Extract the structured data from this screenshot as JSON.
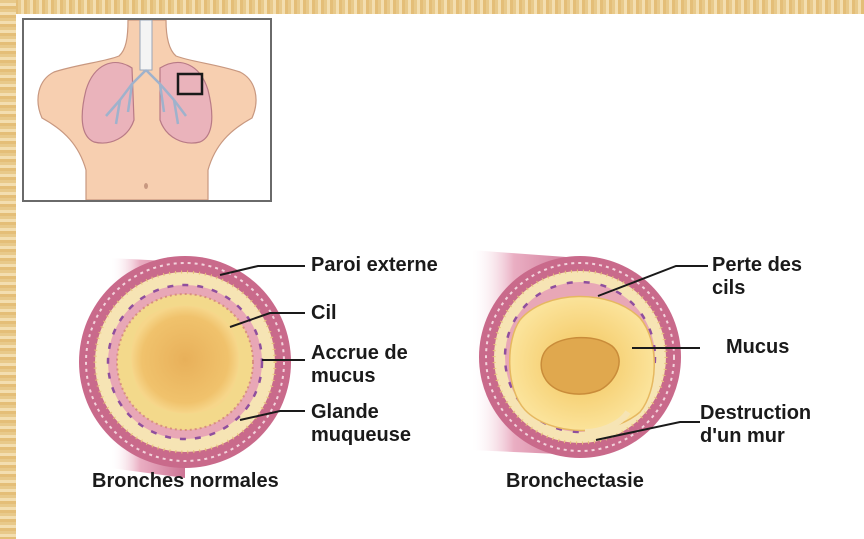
{
  "labels": {
    "outer_wall": "Paroi externe",
    "cilium": "Cil",
    "mucus_increase_line1": "Accrue de",
    "mucus_increase_line2": "mucus",
    "gland_line1": "Glande",
    "gland_line2": "muqueuse",
    "cilia_loss_line1": "Perte des",
    "cilia_loss_line2": "cils",
    "mucus": "Mucus",
    "wall_destruction_line1": "Destruction",
    "wall_destruction_line2": "d'un mur"
  },
  "captions": {
    "normal": "Bronches normales",
    "bronchiectasis": "Bronchectasie"
  },
  "colors": {
    "frame": "#e8c98a",
    "skin": "#f7cfb0",
    "lung": "#eab3bb",
    "wall_outer": "#c86a88",
    "wall_pink": "#e6a3b0",
    "cream": "#f8e7b8",
    "mucus": "#f6c85a",
    "lumen": "#e9b25c"
  }
}
